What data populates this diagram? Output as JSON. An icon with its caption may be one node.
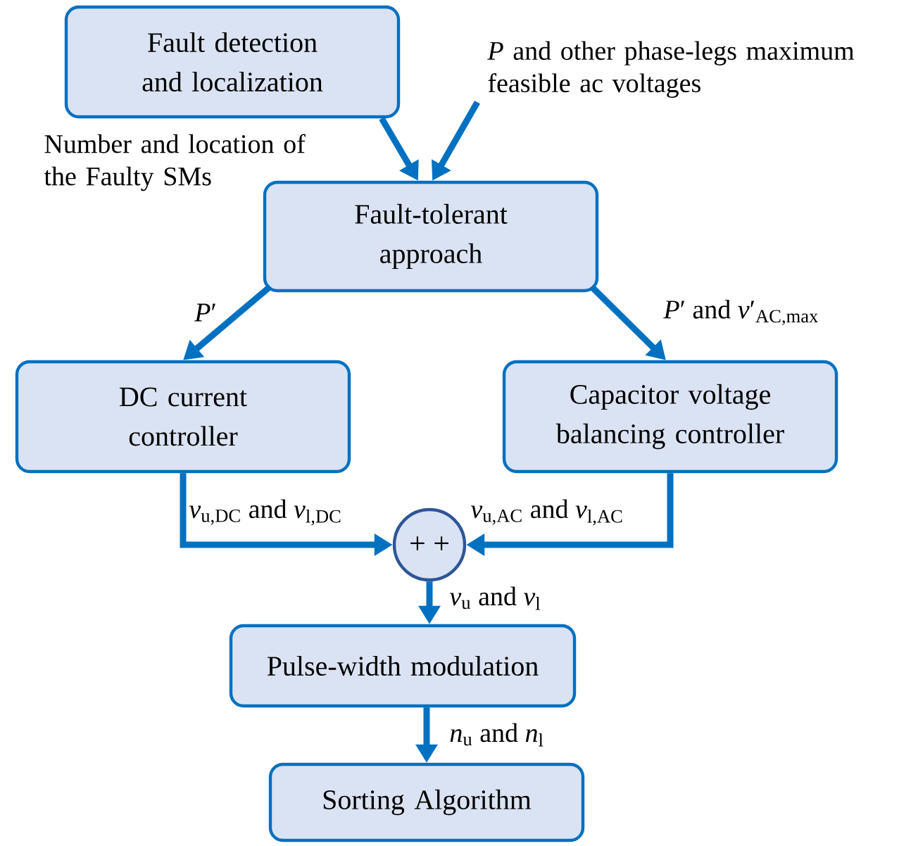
{
  "diagram": {
    "nodes": [
      {
        "text": [
          "Fault detection and localization"
        ]
      },
      {
        "text": [
          "*P* and other phase-legs maximum feasible ac voltages"
        ]
      },
      {
        "text": [
          "Fault-tolerant approach"
        ]
      },
      {
        "text": [
          "DC current controller"
        ]
      },
      {
        "text": [
          "Capacitor voltage balancing controller"
        ]
      },
      {
        "text": [
          "+ +"
        ]
      },
      {
        "text": [
          "Pulse-width modulation"
        ]
      },
      {
        "text": [
          "Sorting Algorithm"
        ]
      }
    ],
    "edges": [
      {
        "from": 0,
        "to": 2,
        "arrow": "to",
        "label": "Number and location of the Faulty SMs"
      },
      {
        "from": 1,
        "to": 2,
        "arrow": "to"
      },
      {
        "from": 2,
        "to": 3,
        "arrow": "to",
        "label": "*P*′"
      },
      {
        "from": 2,
        "to": 4,
        "arrow": "to",
        "label": "*P*′ and *v*′$_{AC,max}$"
      },
      {
        "from": 3,
        "to": 5,
        "arrow": "to",
        "label": "*v*$_{u,DC}$ and *v*$_{l,DC}$"
      },
      {
        "from": 4,
        "to": 5,
        "arrow": "to",
        "label": "*v*$_{u,AC}$ and *v*$_{l,AC}$"
      },
      {
        "from": 5,
        "to": 6,
        "arrow": "to",
        "label": "*v*$_{u}$ and *v*$_{l}$"
      },
      {
        "from": 6,
        "to": 7,
        "arrow": "to",
        "label": "*n*$_{u}$ and *n*$_{l}$"
      }
    ]
  }
}
